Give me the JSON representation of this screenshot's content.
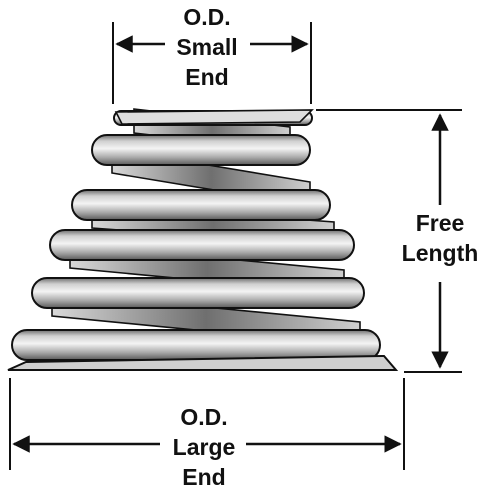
{
  "labels": {
    "od_small_line1": "O.D.",
    "od_small_line2": "Small",
    "od_small_line3": "End",
    "free_line1": "Free",
    "free_line2": "Length",
    "od_large_line1": "O.D.",
    "od_large_line2": "Large",
    "od_large_line3": "End"
  },
  "colors": {
    "line": "#111111",
    "coil_fill_light": "#f2f2f2",
    "coil_fill_mid": "#bdbdbd",
    "coil_fill_dark": "#7a7a7a",
    "background": "#ffffff"
  }
}
